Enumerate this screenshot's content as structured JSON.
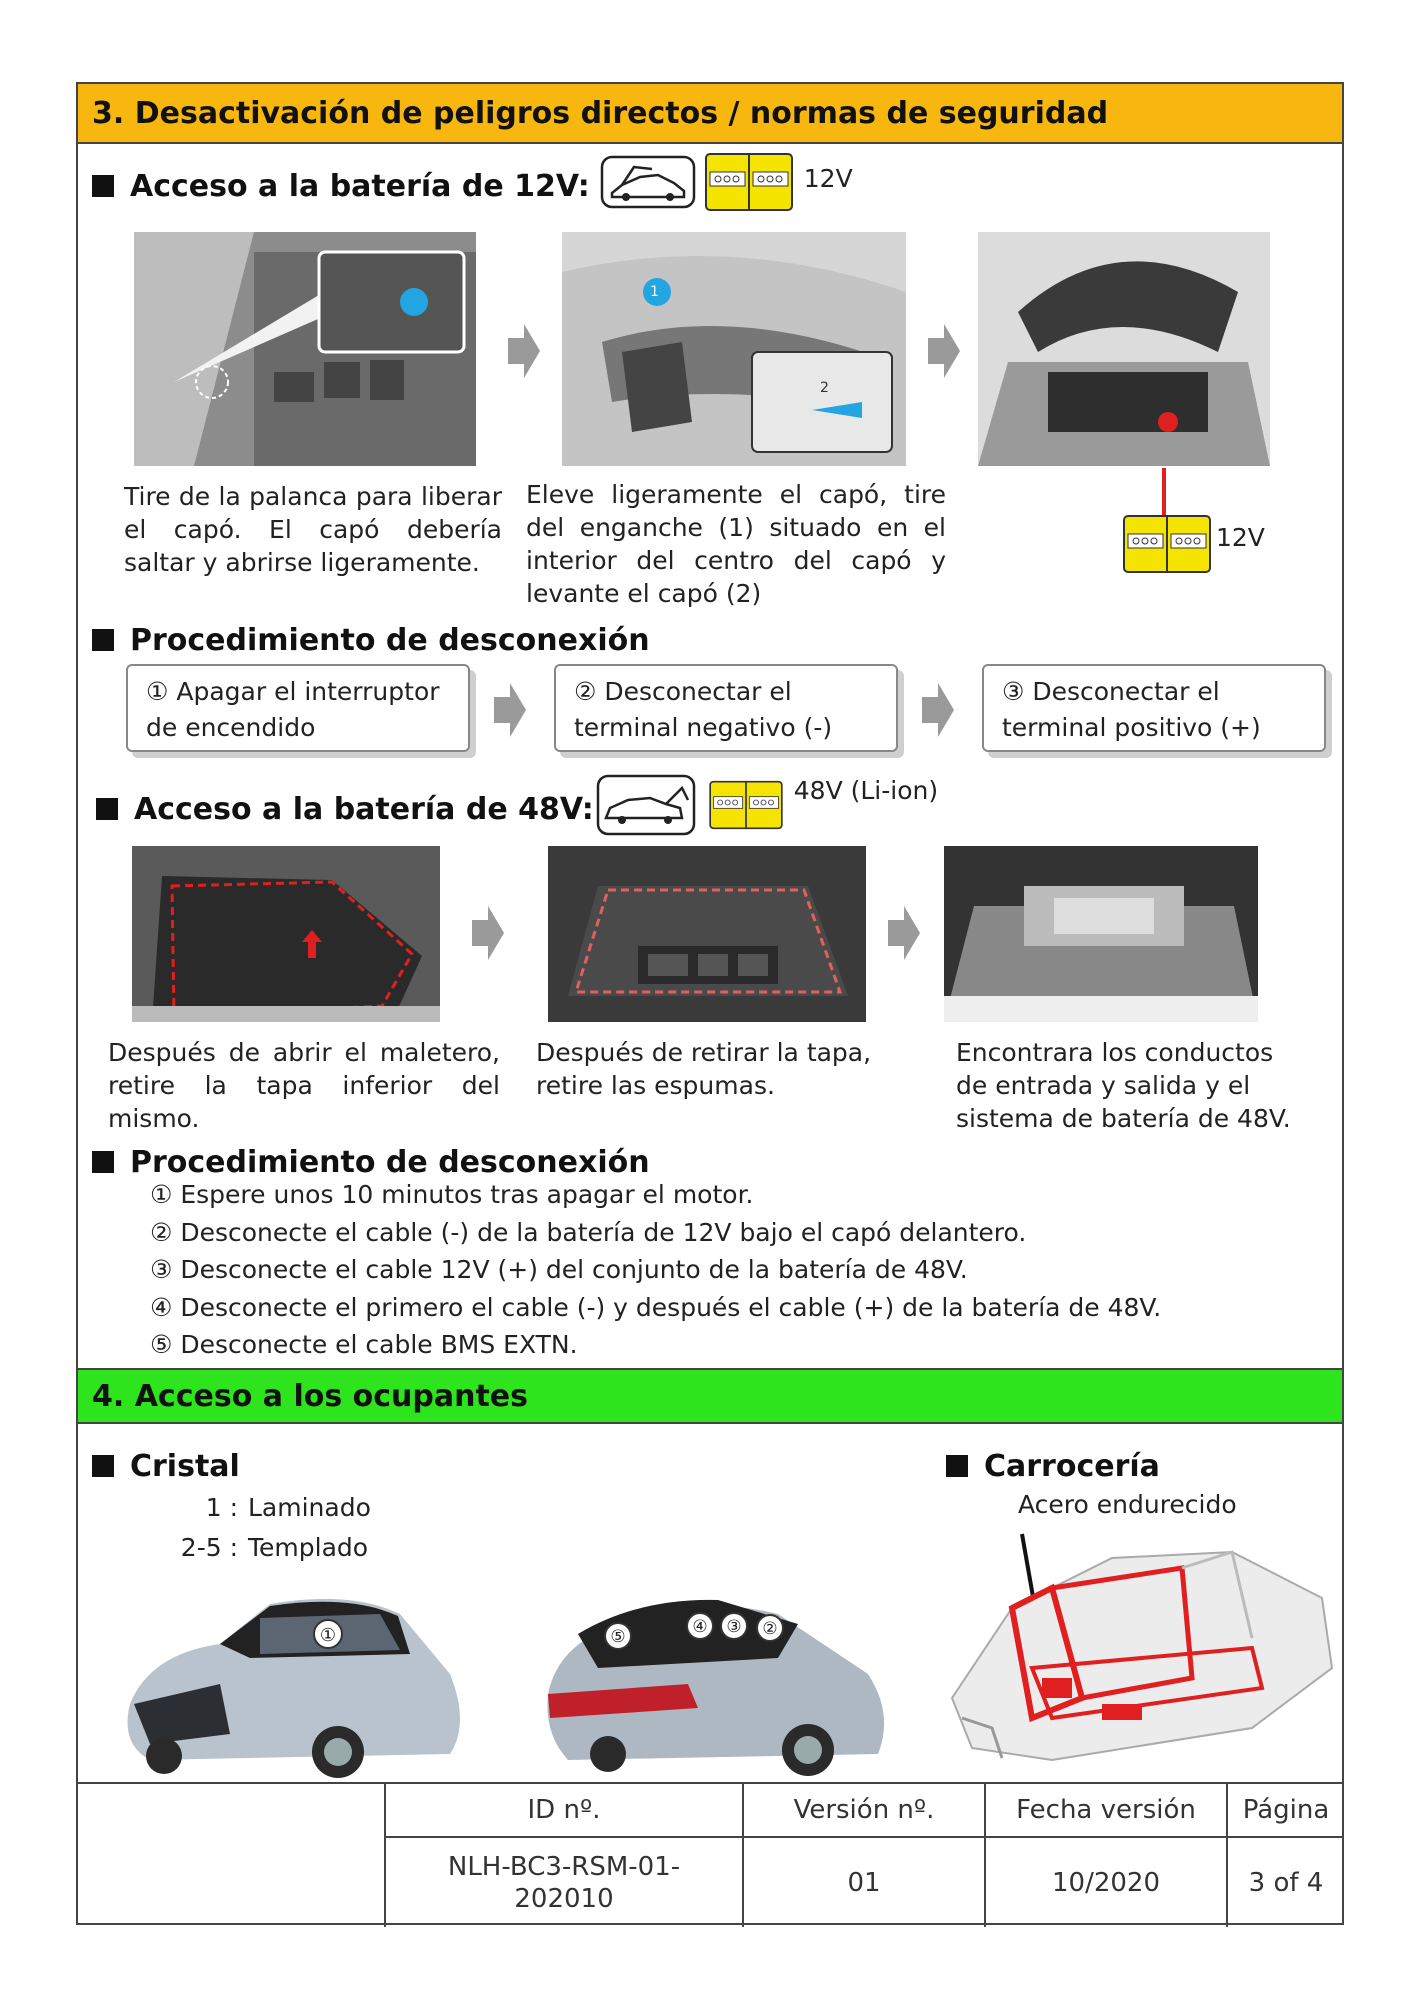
{
  "section3": {
    "title": "3. Desactivación de peligros directos / normas de seguridad"
  },
  "battery12": {
    "heading": "Acceso a la batería de 12V:",
    "voltage_label": "12V",
    "steps": [
      "Tire de la palanca para liberar el capó. El capó debería saltar y abrirse ligeramente.",
      "Eleve ligeramente el capó, tire del enganche (1) situado en el interior del centro del capó y levante el capó (2)"
    ],
    "callout_number_1": "1",
    "callout_number_2": "2",
    "engine_battery_label": "12V"
  },
  "procedure12": {
    "heading": "Procedimiento de desconexión",
    "boxes": [
      {
        "line1": "① Apagar el interruptor",
        "line2": "de encendido"
      },
      {
        "line1": "② Desconectar el",
        "line2": "terminal negativo (-)"
      },
      {
        "line1": "③ Desconectar el",
        "line2": "terminal positivo (+)"
      }
    ]
  },
  "battery48": {
    "heading": "Acceso a la batería de 48V:",
    "voltage_label": "48V (Li-ion)",
    "steps": [
      "Después de abrir el maletero, retire la tapa inferior del mismo.",
      "Después de retirar la tapa, retire las espumas.",
      "Encontrara los conductos de entrada y salida y el sistema de batería de 48V."
    ]
  },
  "procedure48": {
    "heading": "Procedimiento de desconexión",
    "steps": [
      "① Espere unos 10 minutos tras apagar el motor.",
      "② Desconecte el cable (-) de la batería de 12V bajo el capó delantero.",
      "③ Desconecte el cable 12V (+) del conjunto de la batería de 48V.",
      "④ Desconecte el primero el cable (-) y después el cable (+) de la batería de 48V.",
      "⑤ Desconecte el cable BMS EXTN."
    ]
  },
  "section4": {
    "title": "4. Acceso a los ocupantes"
  },
  "glass": {
    "heading": "Cristal",
    "items": [
      {
        "key": "1 :",
        "value": "Laminado"
      },
      {
        "key": "2-5 :",
        "value": "Templado"
      }
    ],
    "markers_front": [
      "①"
    ],
    "markers_rear": [
      "⑤",
      "④",
      "③",
      "②"
    ]
  },
  "body": {
    "heading": "Carrocería",
    "label": "Acero endurecido"
  },
  "footer": {
    "headers": [
      "ID nº.",
      "Versión nº.",
      "Fecha versión",
      "Página"
    ],
    "values": [
      "NLH-BC3-RSM-01-202010",
      "01",
      "10/2020",
      "3 of 4"
    ]
  },
  "colors": {
    "section3_bg": "#f7b70f",
    "section4_bg": "#2de41d",
    "battery_icon": "#f5e400",
    "arrow": "#9a9a9a",
    "highlight_red": "#e02020"
  },
  "icons": {
    "car_front_open": "car-hood-open-icon",
    "car_rear_open": "car-trunk-open-icon",
    "battery": "battery-icon",
    "step_arrow": "arrow-right-icon"
  }
}
